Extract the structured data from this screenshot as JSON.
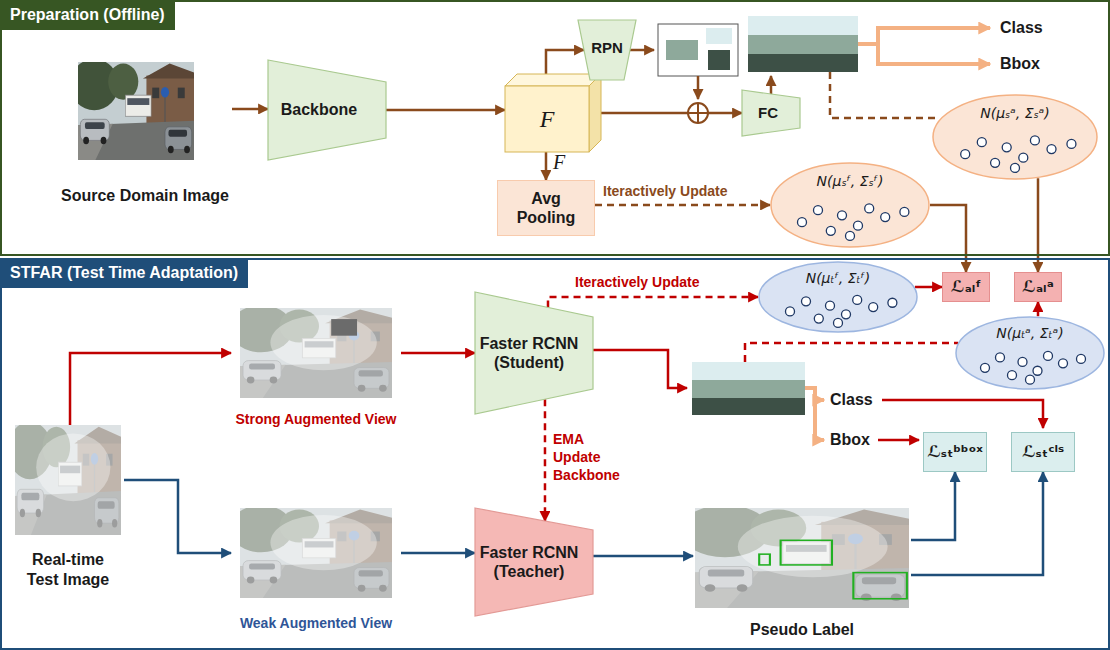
{
  "diagram": {
    "nodes": [
      {
        "text": [
          "Preparation (Offline)"
        ]
      },
      {
        "text": [
          "Source Domain Image"
        ],
        "in": 0
      },
      {
        "text": [
          "Backbone"
        ],
        "in": 0
      },
      {
        "text": [
          "F"
        ],
        "in": 0
      },
      {
        "text": [
          "RPN"
        ],
        "in": 0
      },
      {
        "text": [
          "FC"
        ],
        "in": 0
      },
      {
        "text": [
          "N(μₛᵃ, Σₛᵃ)"
        ],
        "in": 0
      },
      {
        "text": [
          "Avg Pooling"
        ],
        "in": 0
      },
      {
        "text": [
          "N(μₛᶠ, Σₛᶠ)"
        ],
        "in": 0
      },
      {
        "text": [
          "STFAR (Test Time Adaptation)"
        ]
      },
      {
        "text": [
          "Strong Augmented View"
        ],
        "in": 9
      },
      {
        "text": [
          "Faster RCNN (Student)"
        ],
        "in": 9
      },
      {
        "text": [
          "N(μₜᶠ, Σₜᶠ)"
        ],
        "in": 9
      },
      {
        "text": [
          "ℒₐₗᶠ"
        ],
        "in": 9
      },
      {
        "text": [
          "ℒₐₗᵃ"
        ],
        "in": 9
      },
      {
        "text": [
          "N(μₜᵃ, Σₜᵃ)"
        ],
        "in": 9
      },
      {
        "text": [
          "ℒₛₜᵇᵇᵒˣ"
        ],
        "in": 9
      },
      {
        "text": [
          "ℒₛₜᶜˡˢ"
        ],
        "in": 9
      },
      {
        "text": [
          "Real-time Test Image"
        ],
        "in": 9
      },
      {
        "text": [
          "Weak Augmented View"
        ],
        "in": 9
      },
      {
        "text": [
          "Faster RCNN (Teacher)"
        ],
        "in": 9
      },
      {
        "text": [
          "Pseudo Label"
        ],
        "in": 9
      }
    ],
    "edges": [
      {
        "from": 1,
        "to": 2,
        "arrow": "to"
      },
      {
        "from": 2,
        "to": 3,
        "arrow": "to"
      },
      {
        "from": 3,
        "to": 4,
        "arrow": "to"
      },
      {
        "from": 3,
        "to": 5,
        "arrow": "to"
      },
      {
        "from": 3,
        "to": 7,
        "arrow": "to"
      },
      {
        "from": 7,
        "to": 8,
        "label": "Iteractively Update",
        "arrow": "to"
      },
      {
        "from": 8,
        "to": 13,
        "arrow": "to"
      },
      {
        "from": 6,
        "to": 14,
        "arrow": "to"
      },
      {
        "from": 18,
        "to": 10,
        "arrow": "to"
      },
      {
        "from": 18,
        "to": 19,
        "arrow": "to"
      },
      {
        "from": 10,
        "to": 11,
        "arrow": "to"
      },
      {
        "from": 19,
        "to": 20,
        "arrow": "to"
      },
      {
        "from": 11,
        "to": 20,
        "label": "EMA Update Backbone",
        "arrow": "to"
      },
      {
        "from": 11,
        "to": 12,
        "label": "Iteractively Update",
        "arrow": "to"
      },
      {
        "from": 12,
        "to": 13,
        "arrow": "to"
      },
      {
        "from": 15,
        "to": 14,
        "arrow": "to"
      },
      {
        "from": 20,
        "to": 21,
        "arrow": "to"
      },
      {
        "from": 21,
        "to": 16,
        "arrow": "to"
      },
      {
        "from": 21,
        "to": 17,
        "arrow": "to"
      }
    ],
    "labels": [
      "F",
      "Class",
      "Bbox",
      "Class",
      "Bbox"
    ]
  }
}
